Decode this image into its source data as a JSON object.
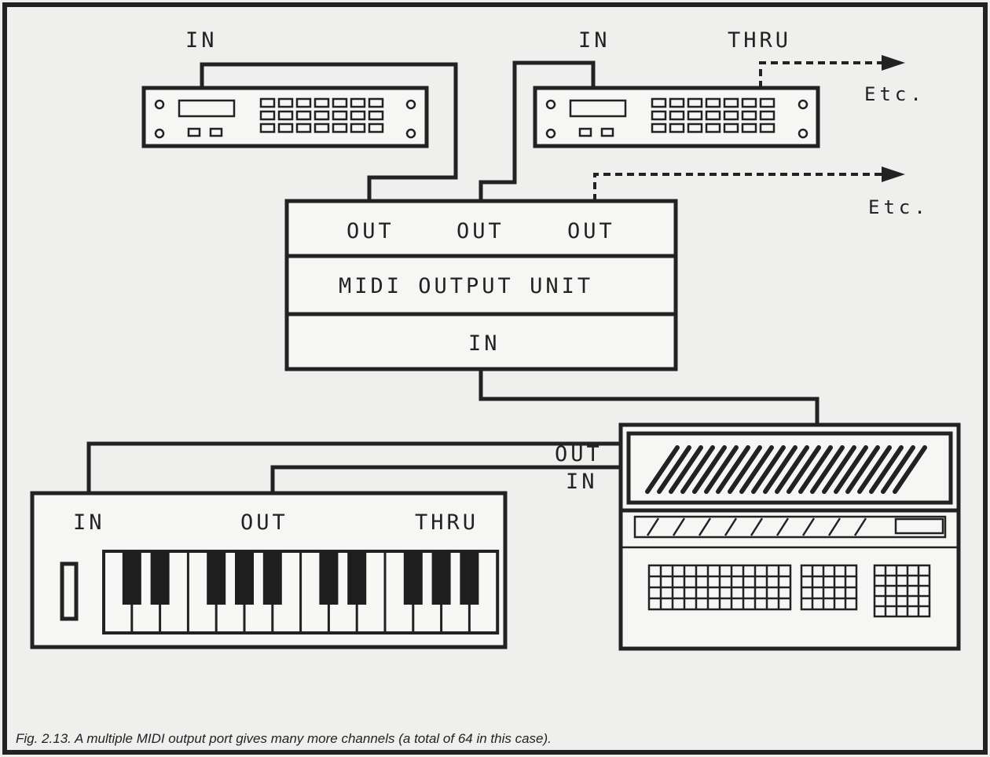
{
  "figure": {
    "caption": "Fig. 2.13. A multiple MIDI output port gives many more channels (a total of 64 in this case)."
  },
  "synth_left": {
    "in_label": "IN"
  },
  "synth_right": {
    "in_label": "IN",
    "thru_label": "THRU",
    "etc_label": "Etc."
  },
  "output_unit": {
    "out_labels": [
      "OUT",
      "OUT",
      "OUT"
    ],
    "title": "MIDI OUTPUT UNIT",
    "in_label": "IN",
    "etc_label": "Etc."
  },
  "computer": {
    "out_label": "OUT",
    "in_label": "IN"
  },
  "keyboard": {
    "in_label": "IN",
    "out_label": "OUT",
    "thru_label": "THRU"
  }
}
